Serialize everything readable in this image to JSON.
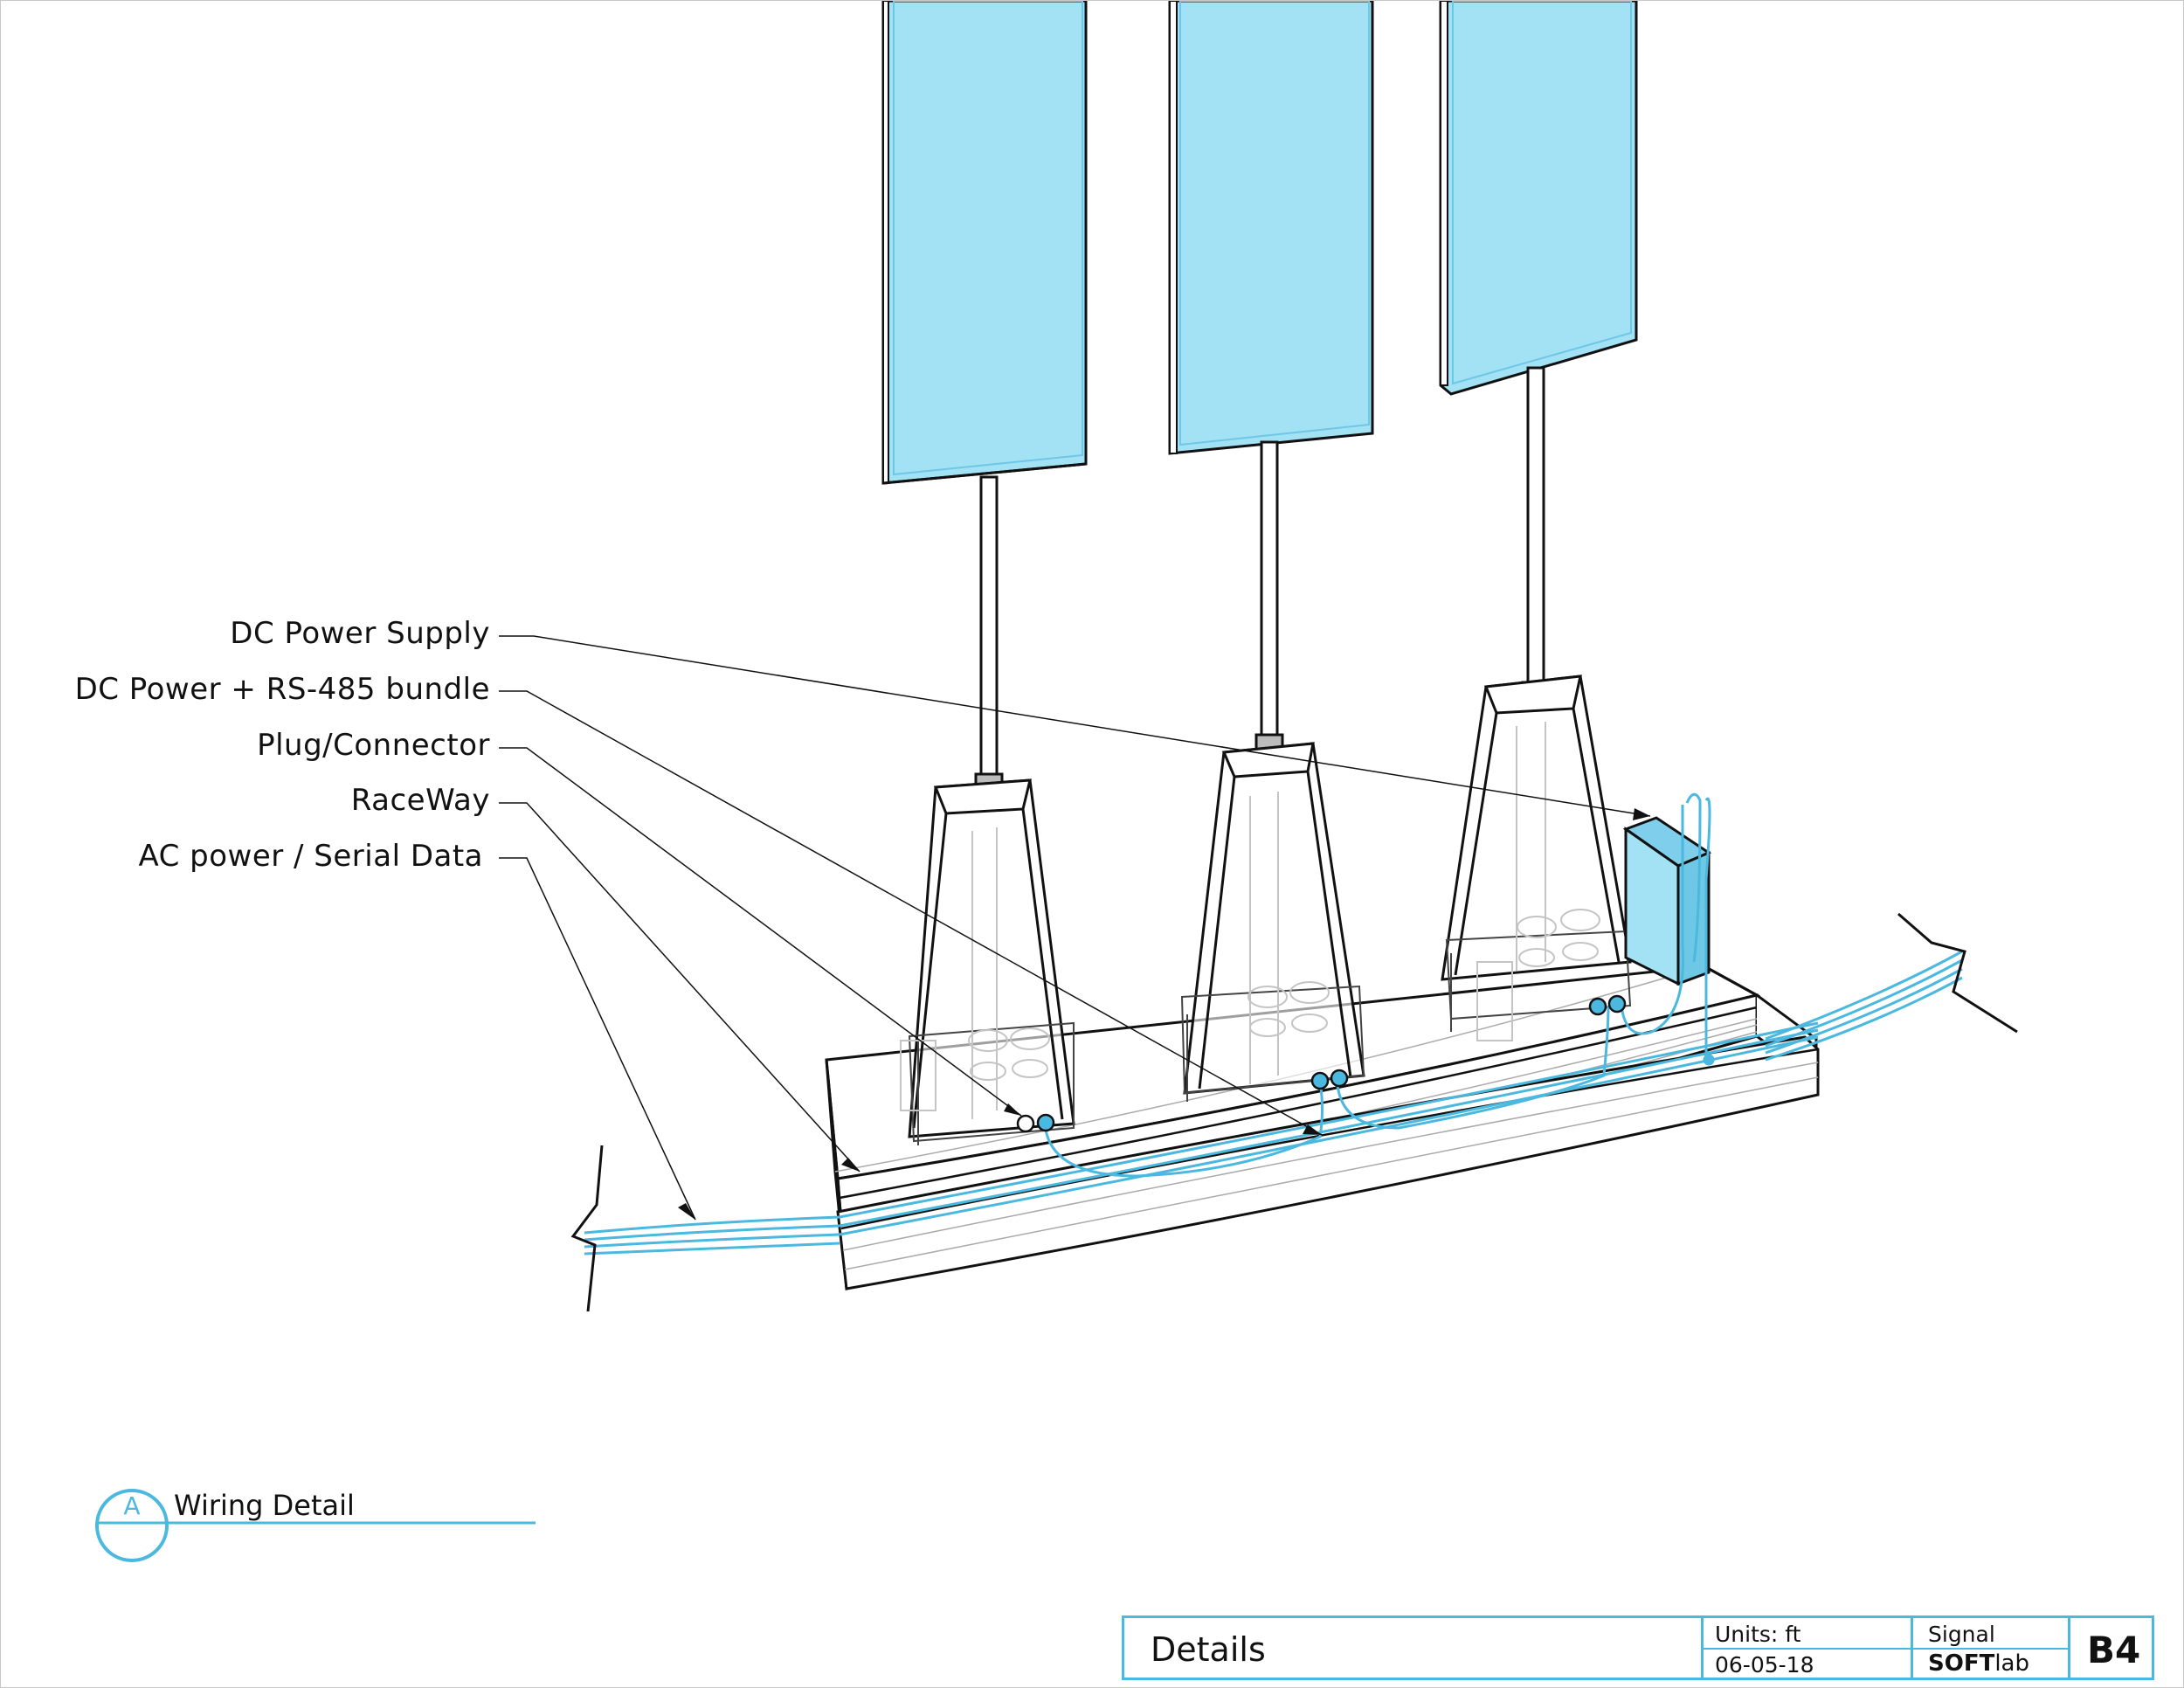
{
  "colors": {
    "accent": "#4bb8df",
    "panel_fill": "#a3e1f5",
    "cable": "#4bb8df",
    "linework": "#111111",
    "ghost": "#c4c4c4"
  },
  "callouts": [
    {
      "label": "DC Power Supply"
    },
    {
      "label": "DC Power + RS-485 bundle"
    },
    {
      "label": "Plug/Connector"
    },
    {
      "label": "RaceWay"
    },
    {
      "label": "AC power / Serial Data"
    }
  ],
  "detail": {
    "letter": "A",
    "title": "Wiring Detail"
  },
  "title_block": {
    "sheet_title": "Details",
    "units": "Units: ft",
    "date": "06-05-18",
    "project": "Signal",
    "firm_bold": "SOFT",
    "firm_light": "lab",
    "sheet_number": "B4"
  }
}
